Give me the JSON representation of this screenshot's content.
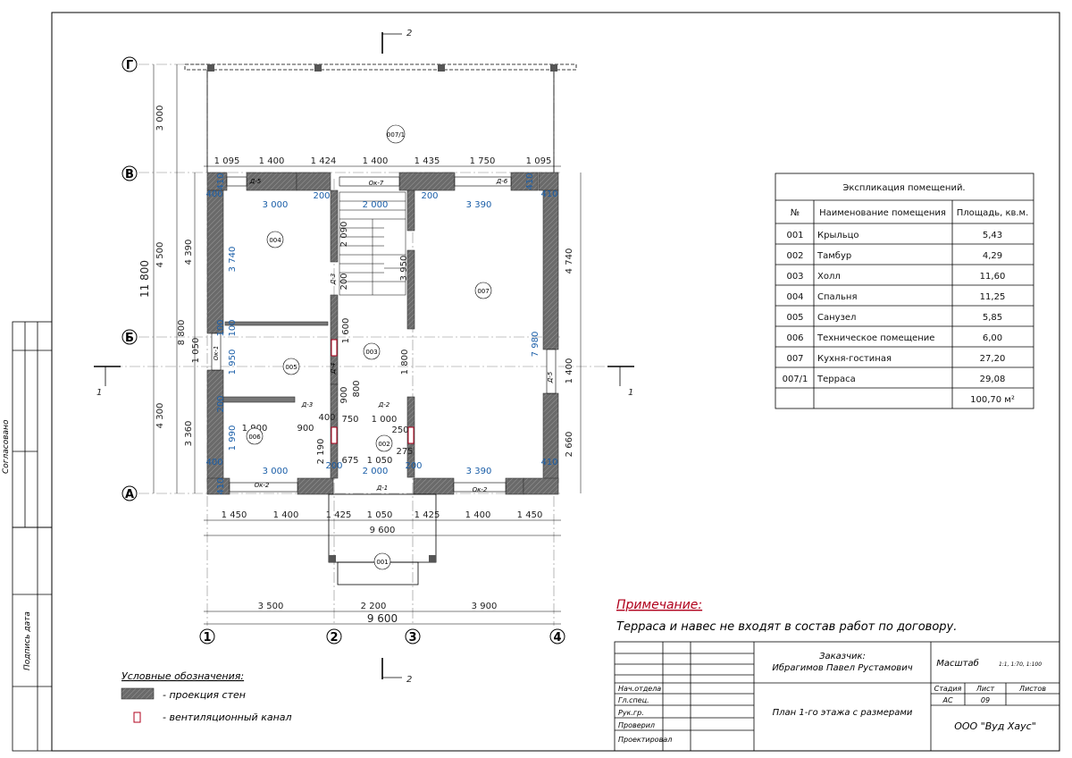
{
  "section_mark": "2",
  "axis_marks": {
    "letters": [
      "Г",
      "В",
      "Б",
      "А"
    ],
    "numbers": [
      "1",
      "2",
      "3",
      "4"
    ],
    "cut": "1"
  },
  "side_labels": {
    "agreed": "Согласовано",
    "sign_date": "Подпись дата"
  },
  "rooms": {
    "r001": "001",
    "r002": "002",
    "r003": "003",
    "r004": "004",
    "r005": "005",
    "r006": "006",
    "r007": "007",
    "r0071": "007/1"
  },
  "openings": {
    "d1": "Д-1",
    "d2": "Д-2",
    "d3a": "Д-3",
    "d3b": "Д-3",
    "d4": "Д-4",
    "d5a": "Д-5",
    "d5b": "Д-5",
    "d6": "Д-6",
    "ok1": "Ок-1",
    "ok2a": "Ок-2",
    "ok2b": "Ок-2",
    "ok7": "Ок-7"
  },
  "dims": {
    "top": [
      "1 095",
      "1 400",
      "1 424",
      "1 400",
      "1 435",
      "1 750",
      "1 095"
    ],
    "bottom1": [
      "1 450",
      "1 400",
      "1 425",
      "1 050",
      "1 425",
      "1 400",
      "1 450"
    ],
    "bottom_total": "9 600",
    "bottom2": [
      "3 500",
      "2 200",
      "3 900"
    ],
    "bottom2_total": "9 600",
    "left_outer": "11 800",
    "left_mid": [
      "3 000",
      "4 500",
      "4 300"
    ],
    "left_inner": [
      "4 390",
      "8 800",
      "1 050",
      "3 360"
    ],
    "right": [
      "4 740",
      "1 400",
      "2 660"
    ],
    "interior": [
      "3 000",
      "2 000",
      "3 390",
      "3 740",
      "2 090",
      "3 950",
      "1 600",
      "1 950",
      "1 800",
      "1 990",
      "7 980",
      "1 900",
      "900",
      "750",
      "1 000",
      "2 190",
      "675",
      "1 050",
      "250",
      "275",
      "3 000",
      "2 000",
      "3 390",
      "400",
      "400",
      "410",
      "410",
      "410",
      "410",
      "410",
      "200",
      "200",
      "200",
      "200",
      "200",
      "100",
      "100",
      "200",
      "200",
      "900",
      "800",
      "400",
      "400",
      "200",
      "200"
    ]
  },
  "explication": {
    "title": "Экспликация помещений.",
    "headers": [
      "№",
      "Наименование помещения",
      "Площадь, кв.м."
    ],
    "rows": [
      [
        "001",
        "Крыльцо",
        "5,43"
      ],
      [
        "002",
        "Тамбур",
        "4,29"
      ],
      [
        "003",
        "Холл",
        "11,60"
      ],
      [
        "004",
        "Спальня",
        "11,25"
      ],
      [
        "005",
        "Санузел",
        "5,85"
      ],
      [
        "006",
        "Техническое помещение",
        "6,00"
      ],
      [
        "007",
        "Кухня-гостиная",
        "27,20"
      ],
      [
        "007/1",
        "Терраса",
        "29,08"
      ]
    ],
    "total": "100,70 м²"
  },
  "note": {
    "title": "Примечание:",
    "text": "Терраса и навес не входят в состав работ по договору."
  },
  "legend": {
    "title": "Условные обозначения:",
    "walls": "- проекция стен",
    "vent": "- вентиляционный канал"
  },
  "stamp": {
    "customer_label": "Заказчик:",
    "customer_name": "Ибрагимов Павел Рустамович",
    "scale_label": "Масштаб",
    "scale_value": "1:1, 1:70, 1:100",
    "stage_label": "Стадия",
    "sheet_label": "Лист",
    "sheets_label": "Листов",
    "stage": "АС",
    "sheet": "09",
    "drawing_title": "План 1-го этажа с размерами",
    "company": "ООО \"Вуд Хаус\"",
    "roles": [
      "Нач.отдела",
      "Гл.спец.",
      "Рук.гр.",
      "Проверил",
      "Проектировал"
    ]
  },
  "colors": {
    "wall": "#666666",
    "dim_blue": "#1a5ea8",
    "note_red": "#b0001c"
  }
}
